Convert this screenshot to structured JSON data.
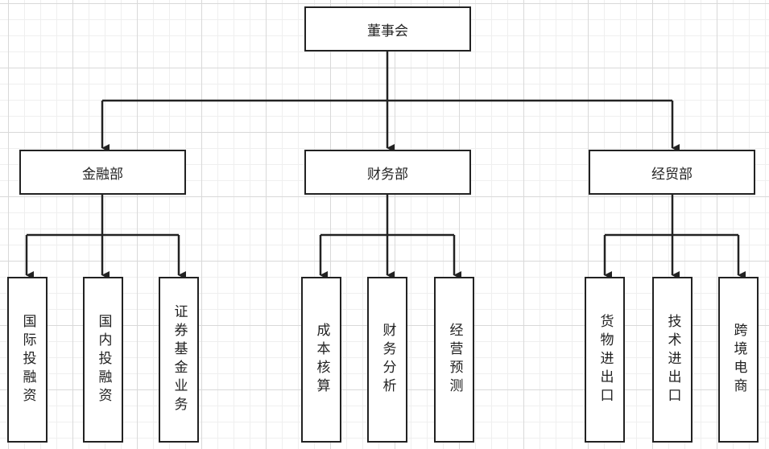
{
  "title": "",
  "root": {
    "label": "董事会"
  },
  "departments": [
    {
      "label": "金融部",
      "children": [
        "国际投融资",
        "国内投融资",
        "证券基金业务"
      ]
    },
    {
      "label": "财务部",
      "children": [
        "成本核算",
        "财务分析",
        "经营预测"
      ]
    },
    {
      "label": "经贸部",
      "children": [
        "货物进出口",
        "技术进出口",
        "跨境电商"
      ]
    }
  ],
  "colors": {
    "line": "#222222",
    "box_border": "#222222",
    "box_fill": "#ffffff",
    "grid": "#d9d9d9"
  }
}
